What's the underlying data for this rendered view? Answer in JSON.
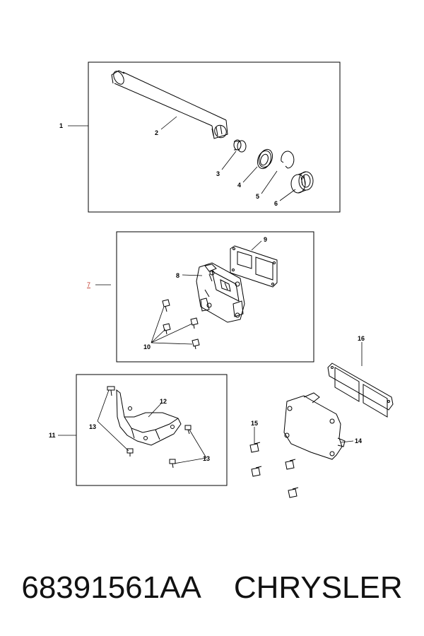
{
  "callouts": {
    "c1": "1",
    "c2": "2",
    "c3": "3",
    "c4": "4",
    "c5": "5",
    "c6": "6",
    "c7": "7",
    "c8": "8",
    "c9": "9",
    "c10": "10",
    "c11": "11",
    "c12": "12",
    "c13a": "13",
    "c13b": "13",
    "c14": "14",
    "c15": "15",
    "c16": "16"
  },
  "footer": {
    "part_number": "68391561AA",
    "brand": "CHRYSLER"
  },
  "colors": {
    "line": "#000000",
    "highlight_callout": "#c0392b"
  }
}
